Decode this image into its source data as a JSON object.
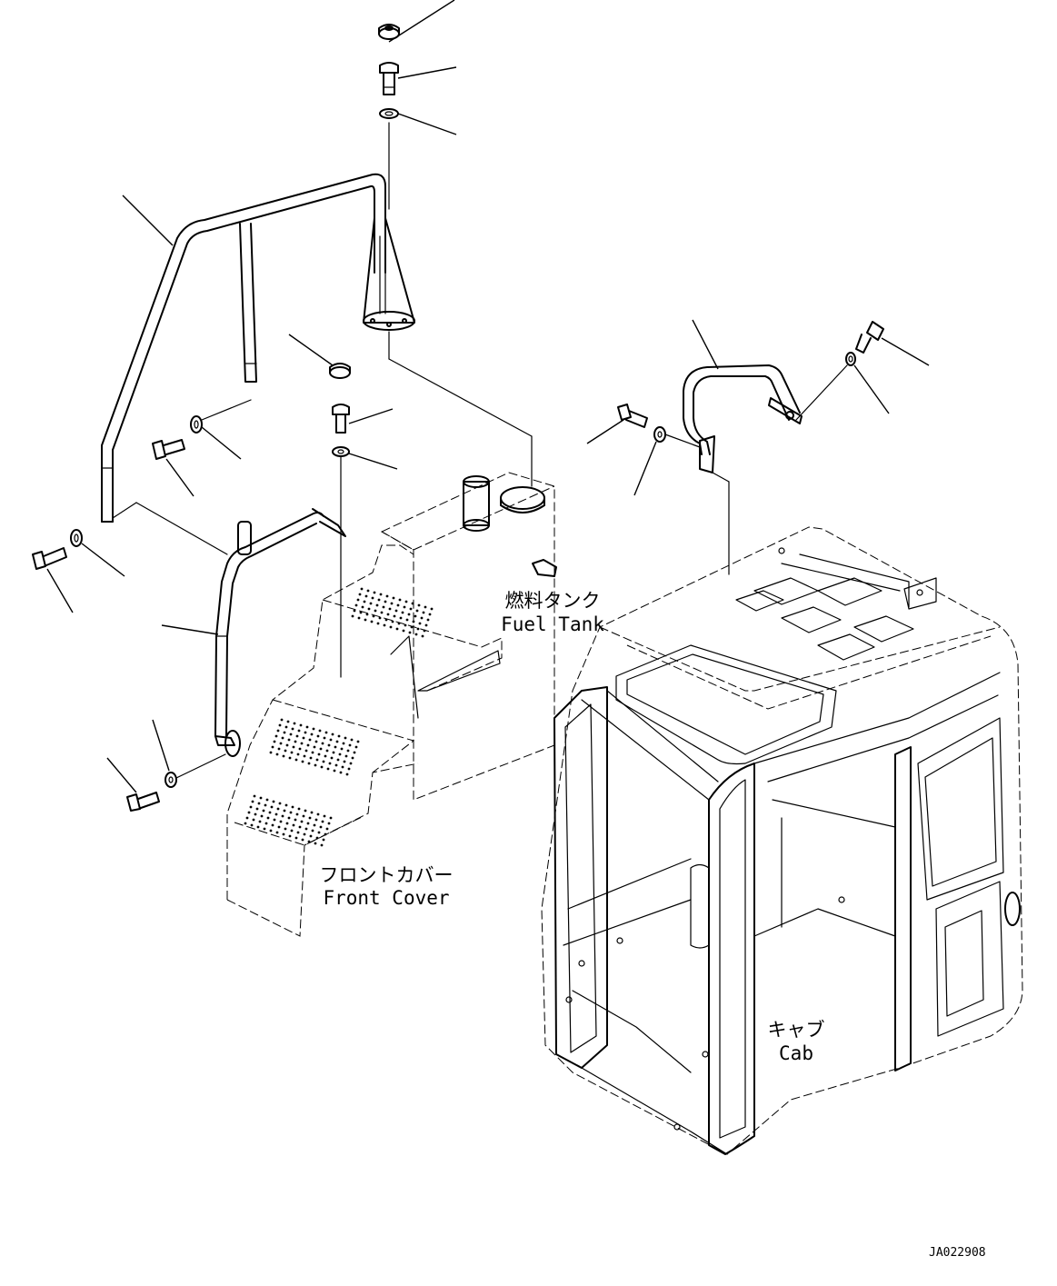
{
  "labels": {
    "fuel_tank_jp": "燃料タンク",
    "fuel_tank_en": "Fuel Tank",
    "front_cover_jp": "フロントカバー",
    "front_cover_en": "Front Cover",
    "cab_jp": "キャブ",
    "cab_en": "Cab"
  },
  "drawing_code": "JA022908"
}
